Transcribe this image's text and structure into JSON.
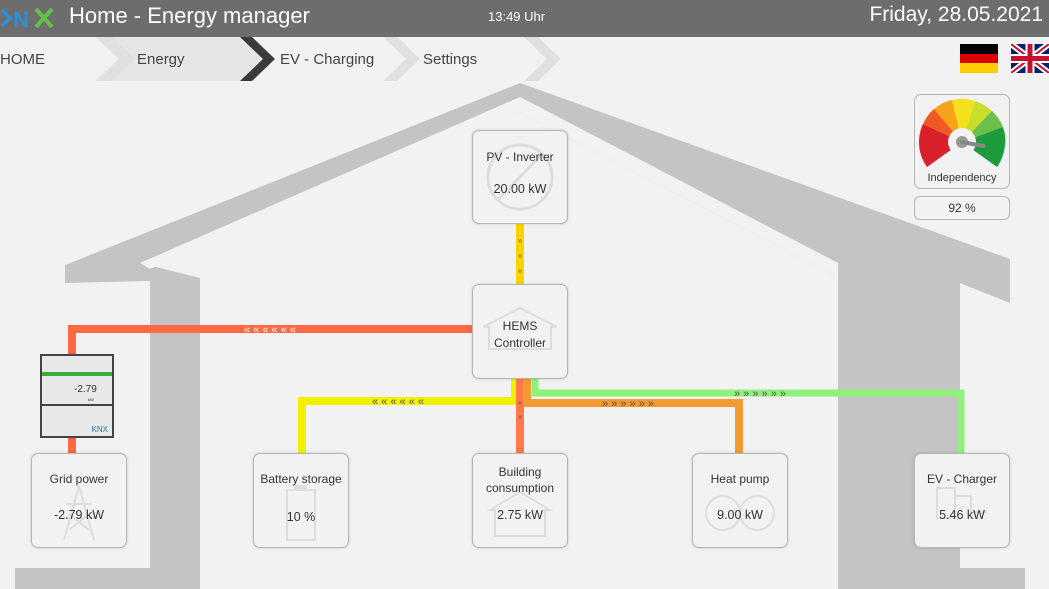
{
  "header": {
    "logo": "KNX",
    "title": "Home - Energy manager",
    "time": "13:49 Uhr",
    "date": "Friday, 28.05.2021"
  },
  "nav": {
    "items": [
      {
        "label": "HOME"
      },
      {
        "label": "Energy"
      },
      {
        "label": "EV - Charging"
      },
      {
        "label": "Settings"
      }
    ],
    "active": "Energy",
    "flags": [
      "german-flag-icon",
      "uk-flag-icon"
    ]
  },
  "independency": {
    "label": "Independency",
    "value": "92 %",
    "level_percent": 92
  },
  "nodes": {
    "pv": {
      "title": "PV - Inverter",
      "value": "20.00 kW"
    },
    "hems": {
      "title1": "HEMS",
      "title2": "Controller"
    },
    "grid": {
      "title": "Grid power",
      "value": "-2.79 kW"
    },
    "battery": {
      "title": "Battery storage",
      "value": "10 %"
    },
    "building": {
      "title1": "Building",
      "title2": "consumption",
      "value": "2.75 kW"
    },
    "heatpump": {
      "title": "Heat pump",
      "value": "9.00 kW"
    },
    "ev": {
      "title": "EV - Charger",
      "value": "5.46 kW"
    }
  },
  "meter": {
    "value": "-2.79",
    "unit": "kW",
    "brand": "KNX"
  },
  "colors": {
    "header_bg": "#6d6d6d",
    "house": "#c4c4c4",
    "pv_line": "#ffd400",
    "grid_line": "#ff6a45",
    "battery_line": "#f0f000",
    "building_line": "#ff7a4a",
    "heatpump_line": "#f39a30",
    "ev_line": "#8ff07c"
  }
}
